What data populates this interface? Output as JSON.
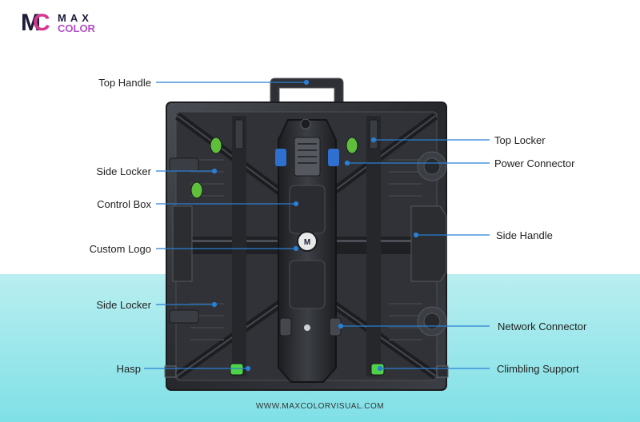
{
  "brand": {
    "mark": "MC",
    "line1": "MAX",
    "line2": "COLOR"
  },
  "labels": {
    "top_handle": "Top Handle",
    "side_locker_1": "Side Locker",
    "control_box": "Control Box",
    "custom_logo": "Custom Logo",
    "side_locker_2": "Side Locker",
    "hasp": "Hasp",
    "top_locker": "Top Locker",
    "power_connector": "Power Connector",
    "side_handle": "Side Handle",
    "network_connector": "Network Connector",
    "climbing_support": "Climbling Support"
  },
  "website": "WWW.MAXCOLORVISUAL.COM",
  "colors": {
    "leader_line": "#2a7fd4",
    "panel": "#2a2c30",
    "accent_blue": "#2f6fd0",
    "accent_green": "#4fd24a"
  }
}
